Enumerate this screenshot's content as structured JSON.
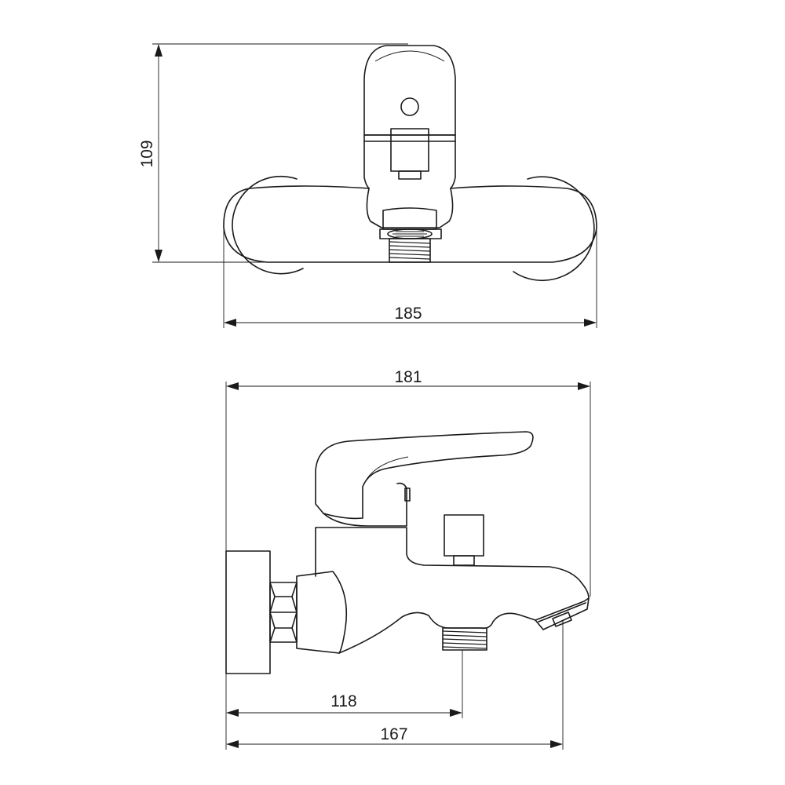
{
  "front_view": {
    "height_dimension": "109",
    "width_dimension": "185"
  },
  "side_view": {
    "total_depth_dimension": "181",
    "outlet_dimension": "118",
    "spout_dimension": "167"
  }
}
